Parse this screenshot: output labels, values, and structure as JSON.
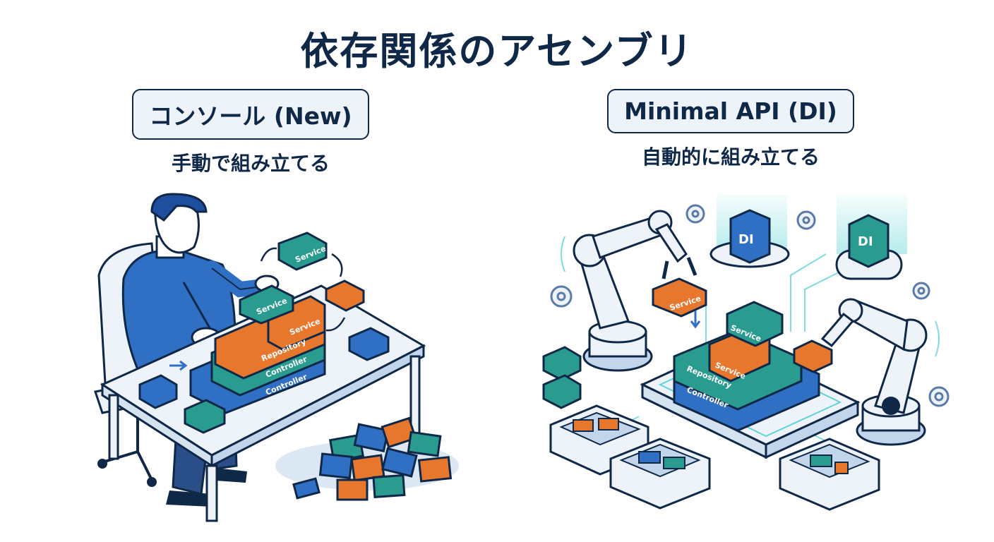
{
  "title": "依存関係のアセンブリ",
  "left": {
    "label": "コンソール (New)",
    "subtitle": "手動で組み立てる",
    "blocks": {
      "service_top": "Service",
      "service_hand": "Service",
      "service_stack": "Service",
      "repository": "Repository",
      "controller_1": "Controller",
      "controller_2": "Controller"
    }
  },
  "right": {
    "label": "Minimal API (DI)",
    "subtitle": "自動的に組み立てる",
    "di_cube_1": "DI",
    "di_cube_2": "DI",
    "blocks": {
      "service_gripper": "Service",
      "service_green": "Service",
      "service_stack": "Service",
      "repository": "Repository",
      "controller": "Controller"
    }
  },
  "colors": {
    "navy": "#0f2847",
    "blue": "#2f6fc4",
    "orange": "#e8772e",
    "teal": "#2a9b8f",
    "light": "#eef3f9",
    "cyan": "#5fd3d6"
  }
}
